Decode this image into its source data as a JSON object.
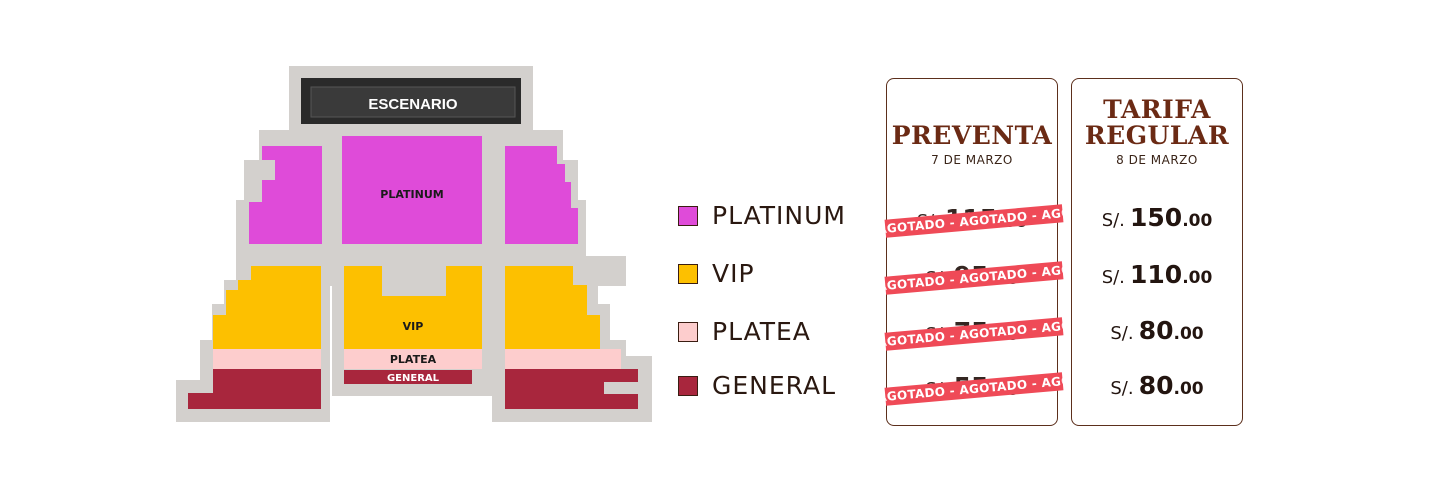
{
  "seat_map": {
    "stage_label": "ESCENARIO",
    "zone_labels": {
      "platinum": "PLATINUM",
      "vip": "VIP",
      "platea": "PLATEA",
      "general": "GENERAL"
    },
    "colors": {
      "platinum": "#df4bd9",
      "vip": "#fdc000",
      "platea": "#fdcdcd",
      "general": "#a8263d",
      "outline": "#d3d0cd",
      "stage": "#2a2a2a"
    }
  },
  "legend": [
    {
      "label": "PLATINUM",
      "color": "#df4bd9"
    },
    {
      "label": "VIP",
      "color": "#fdc000"
    },
    {
      "label": "PLATEA",
      "color": "#fdcdcd"
    },
    {
      "label": "GENERAL",
      "color": "#a8263d"
    }
  ],
  "preventa": {
    "title": "PREVENTA",
    "date": "7 DE MARZO",
    "sold_out_text": "AGOTADO - AGOTADO - AGOTADO - AGOTADO",
    "prices": [
      {
        "currency": "S/.",
        "amount": "115",
        "decimals": ".00"
      },
      {
        "currency": "S/.",
        "amount": "95",
        "decimals": ".00"
      },
      {
        "currency": "S/.",
        "amount": "75",
        "decimals": ".00"
      },
      {
        "currency": "S/.",
        "amount": "55",
        "decimals": ".00"
      }
    ]
  },
  "regular": {
    "title_line1": "TARIFA",
    "title_line2": "REGULAR",
    "date": "8 DE MARZO",
    "prices": [
      {
        "currency": "S/.",
        "amount": "150",
        "decimals": ".00"
      },
      {
        "currency": "S/.",
        "amount": "110",
        "decimals": ".00"
      },
      {
        "currency": "S/.",
        "amount": "80",
        "decimals": ".00"
      },
      {
        "currency": "S/.",
        "amount": "80",
        "decimals": ".00"
      }
    ]
  }
}
